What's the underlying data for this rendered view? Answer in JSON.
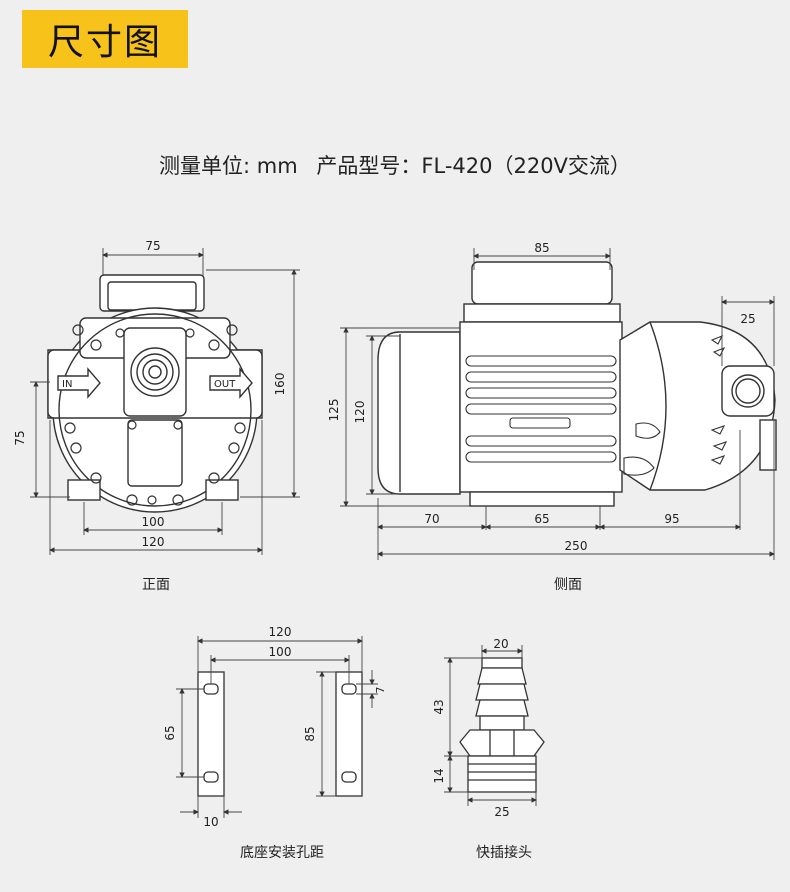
{
  "header": {
    "title": "尺寸图"
  },
  "spec": {
    "unit": "测量单位: mm",
    "model": "产品型号：FL-420（220V交流）"
  },
  "front_view": {
    "caption": "正面",
    "dims": {
      "top_width": "75",
      "height": "160",
      "left_height": "75",
      "mount_width": "100",
      "base_width": "120"
    },
    "labels": {
      "in": "IN",
      "out": "OUT"
    }
  },
  "side_view": {
    "caption": "侧面",
    "dims": {
      "motor_top": "85",
      "port": "25",
      "height_outer": "125",
      "height_inner": "120",
      "seg_motor": "70",
      "seg_base": "65",
      "seg_pump": "95",
      "total": "250"
    }
  },
  "mount_holes": {
    "caption": "底座安装孔距",
    "dims": {
      "outer": "120",
      "inner": "100",
      "left_spacing": "65",
      "right_spacing": "85",
      "slot": "7",
      "width": "10"
    }
  },
  "quick_connector": {
    "caption": "快插接头",
    "dims": {
      "top": "20",
      "barb": "43",
      "thread": "14",
      "bottom": "25"
    }
  }
}
